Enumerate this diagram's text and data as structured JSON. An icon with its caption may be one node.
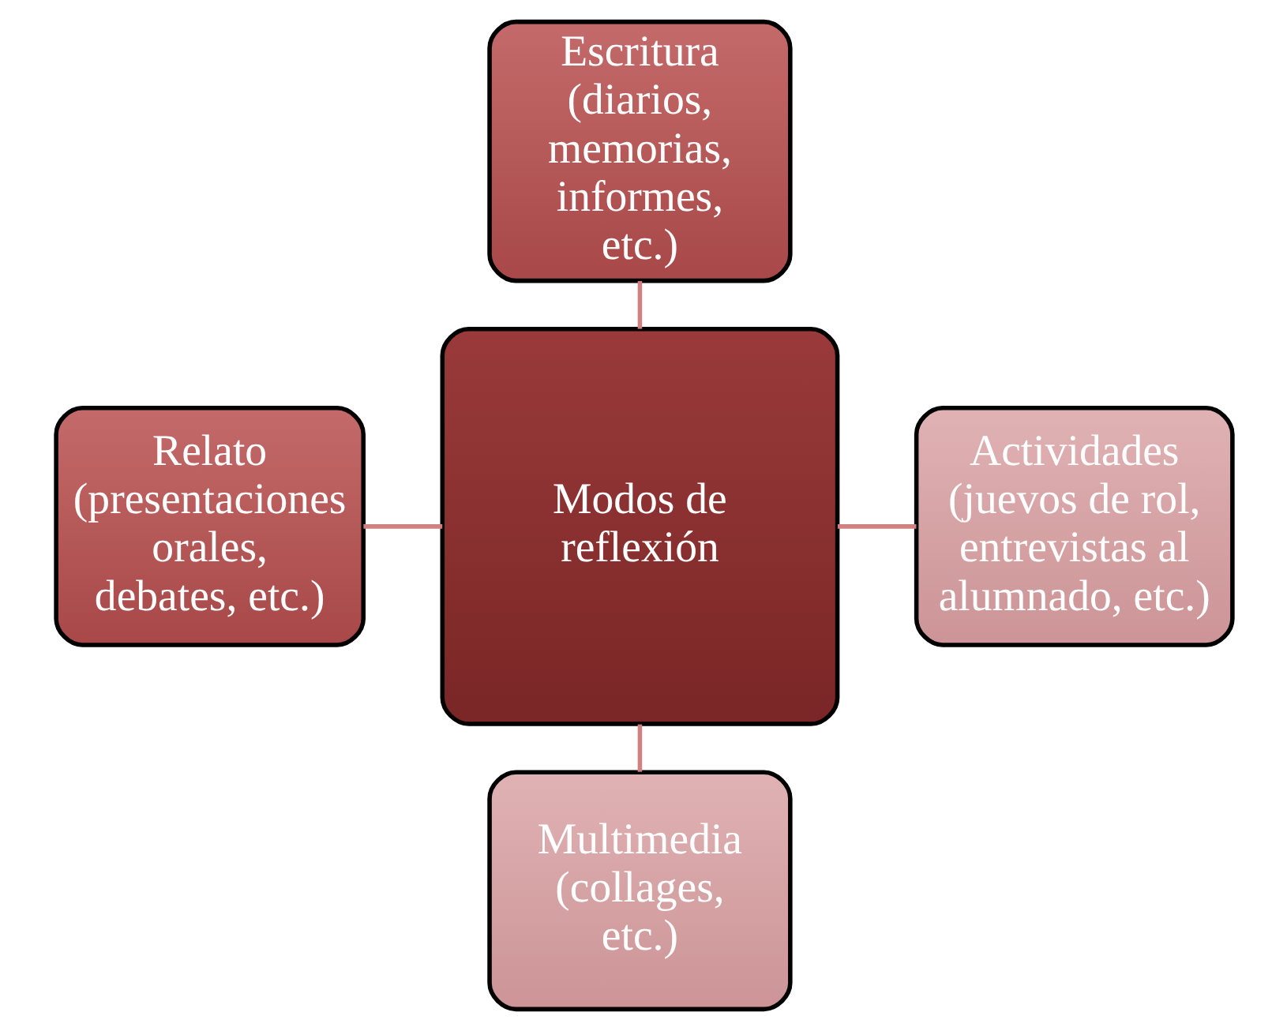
{
  "diagram": {
    "nodes": [
      {
        "text": [
          "Escritura (diarios, memorias, informes, etc.)"
        ]
      },
      {
        "text": [
          "Relato (presentaciones orales, debates, etc.)"
        ]
      },
      {
        "text": [
          "Modos de reflexión"
        ]
      },
      {
        "text": [
          "Actividades (juevos de rol, entrevistas al alumnado, etc.)"
        ]
      },
      {
        "text": [
          "Multimedia (collages, etc.)"
        ]
      }
    ],
    "edges": [
      {
        "from": 0,
        "to": 2,
        "arrow": "none"
      },
      {
        "from": 1,
        "to": 2,
        "arrow": "none"
      },
      {
        "from": 2,
        "to": 3,
        "arrow": "none"
      },
      {
        "from": 2,
        "to": 4,
        "arrow": "none"
      }
    ]
  }
}
